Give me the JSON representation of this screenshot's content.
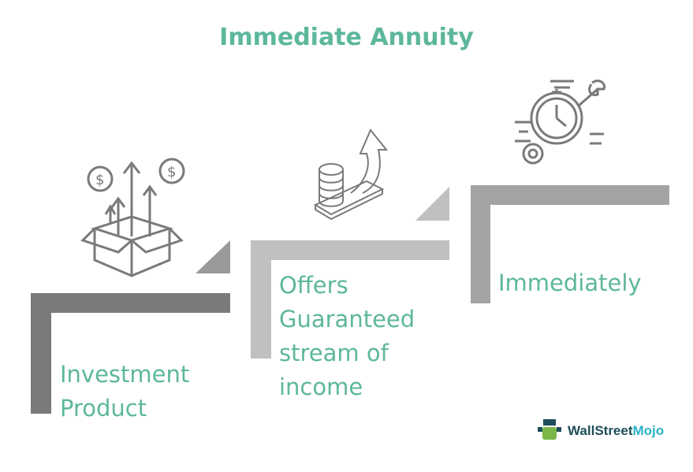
{
  "title": "Immediate Annuity",
  "steps": [
    {
      "label_lines": [
        "Investment",
        "Product"
      ],
      "icon": "box-with-dollar-arrows-icon",
      "color": "#7a7a7a"
    },
    {
      "label_lines": [
        "Offers",
        "Guaranteed",
        "stream of",
        "income"
      ],
      "icon": "coins-growth-arrow-icon",
      "color": "#c0c0c0"
    },
    {
      "label_lines": [
        "Immediately"
      ],
      "icon": "stopwatch-gear-wrench-icon",
      "color": "#a3a3a3"
    }
  ],
  "logo": {
    "part1": "WallStreet",
    "part2": "Mojo"
  },
  "colors": {
    "accent": "#5db79c"
  }
}
